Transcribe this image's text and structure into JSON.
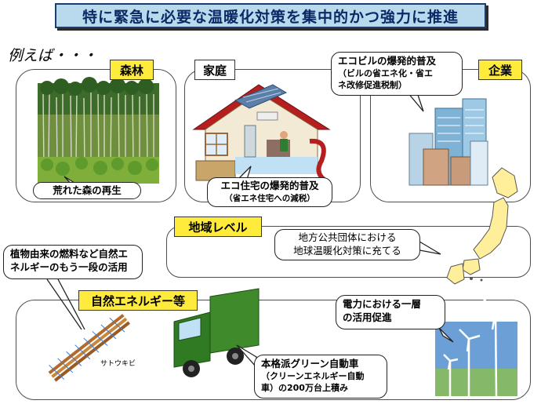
{
  "title": "特に緊急に必要な温暖化対策を集中的かつ強力に推進",
  "example_label": "例えば・・・",
  "forest": {
    "label": "森林",
    "caption": "荒れた森の再生"
  },
  "home": {
    "label": "家庭",
    "caption_line1": "エコ住宅の爆発的普及",
    "caption_line2": "（省エネ住宅への減税）"
  },
  "company": {
    "label": "企業",
    "bubble_line1": "エコビルの爆発的普及",
    "bubble_line2": "（ビルの省エネ化・省エ",
    "bubble_line3": "ネ改修促進税制）"
  },
  "region": {
    "label": "地域レベル",
    "bubble_line1": "地方公共団体における",
    "bubble_line2": "地球温暖化対策に充てる"
  },
  "renewable": {
    "label": "自然エネルギー等",
    "fuel_line1": "植物由来の燃料など自然エ",
    "fuel_line2": "ネルギーのもう一段の活用",
    "sugarcane": "サトウキビ",
    "car_line1": "本格派グリーン自動車",
    "car_line2": "（クリーンエネルギー自動",
    "car_line3": "車）の200万台上積み",
    "power_line1": "電力における一層",
    "power_line2": "の活用促進"
  },
  "colors": {
    "accent_yellow": "#ffeb3b",
    "title_bg": "#b9d9ec",
    "title_text": "#0a2a66"
  }
}
